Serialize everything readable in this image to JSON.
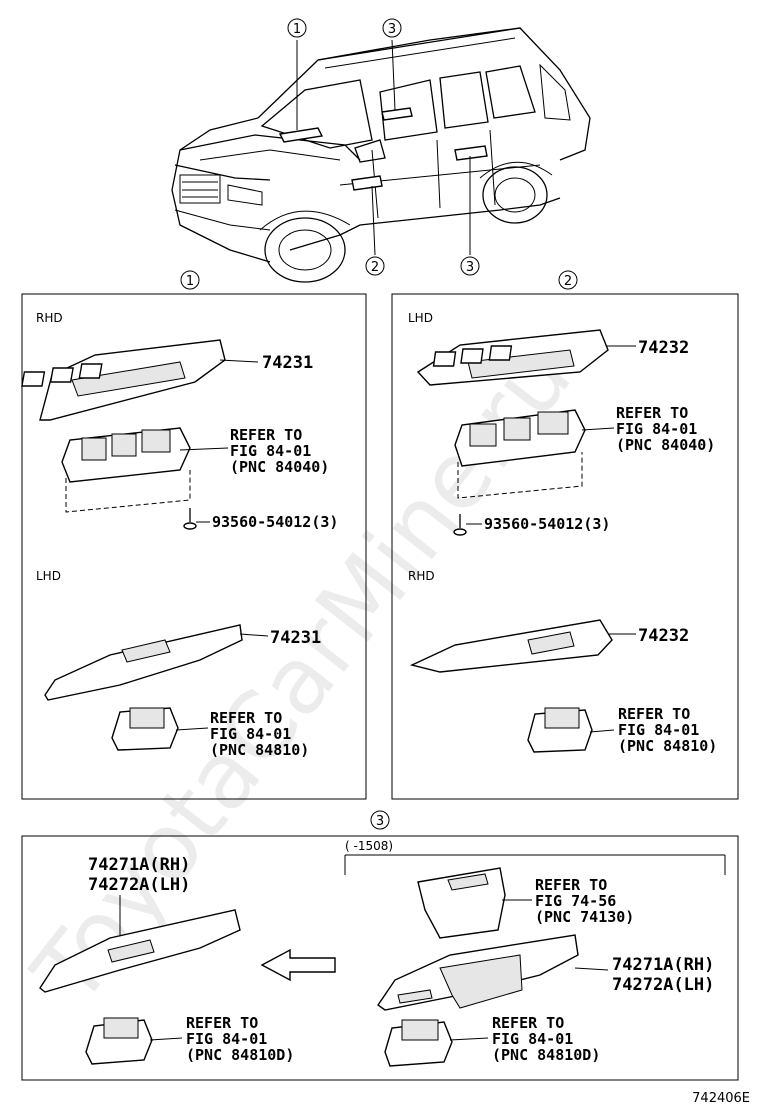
{
  "watermark": "ToyotaCarMine.ru",
  "callouts": {
    "c1": "1",
    "c2": "2",
    "c3": "3"
  },
  "panel1": {
    "rhd_label": "RHD",
    "lhd_label": "LHD",
    "part_top": "74231",
    "ref_top": [
      "REFER TO",
      "FIG 84-01",
      "(PNC 84040)"
    ],
    "screw": "93560-54012(3)",
    "part_bottom": "74231",
    "ref_bottom": [
      "REFER TO",
      "FIG 84-01",
      "(PNC 84810)"
    ]
  },
  "panel2": {
    "lhd_label": "LHD",
    "rhd_label": "RHD",
    "part_top": "74232",
    "ref_top": [
      "REFER TO",
      "FIG 84-01",
      "(PNC 84040)"
    ],
    "screw": "93560-54012(3)",
    "part_bottom": "74232",
    "ref_bottom": [
      "REFER TO",
      "FIG 84-01",
      "(PNC 84810)"
    ]
  },
  "panel3": {
    "left_parts": [
      "74271A(RH)",
      "74272A(LH)"
    ],
    "left_ref": [
      "REFER TO",
      "FIG 84-01",
      "(PNC 84810D)"
    ],
    "range_label": "(    -1508)",
    "cup_ref": [
      "REFER TO",
      "FIG 74-56",
      "(PNC 74130)"
    ],
    "right_parts": [
      "74271A(RH)",
      "74272A(LH)"
    ],
    "right_ref": [
      "REFER TO",
      "FIG 84-01",
      "(PNC 84810D)"
    ]
  },
  "figure_id": "742406E"
}
